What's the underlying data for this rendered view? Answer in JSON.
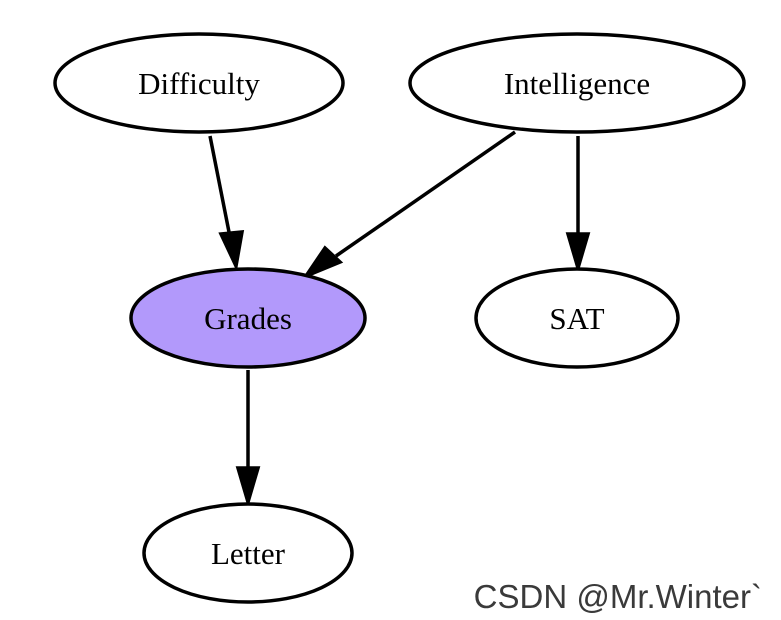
{
  "nodes": [
    {
      "id": "difficulty",
      "label": "Difficulty"
    },
    {
      "id": "intelligence",
      "label": "Intelligence"
    },
    {
      "id": "grades",
      "label": "Grades",
      "highlighted": true
    },
    {
      "id": "sat",
      "label": "SAT"
    },
    {
      "id": "letter",
      "label": "Letter"
    }
  ],
  "edges": [
    {
      "from": "difficulty",
      "to": "grades"
    },
    {
      "from": "intelligence",
      "to": "grades"
    },
    {
      "from": "intelligence",
      "to": "sat"
    },
    {
      "from": "grades",
      "to": "letter"
    }
  ],
  "colors": {
    "highlight_fill": "#b299fb",
    "default_fill": "#ffffff",
    "stroke": "#000000"
  },
  "watermark": "CSDN @Mr.Winter`"
}
